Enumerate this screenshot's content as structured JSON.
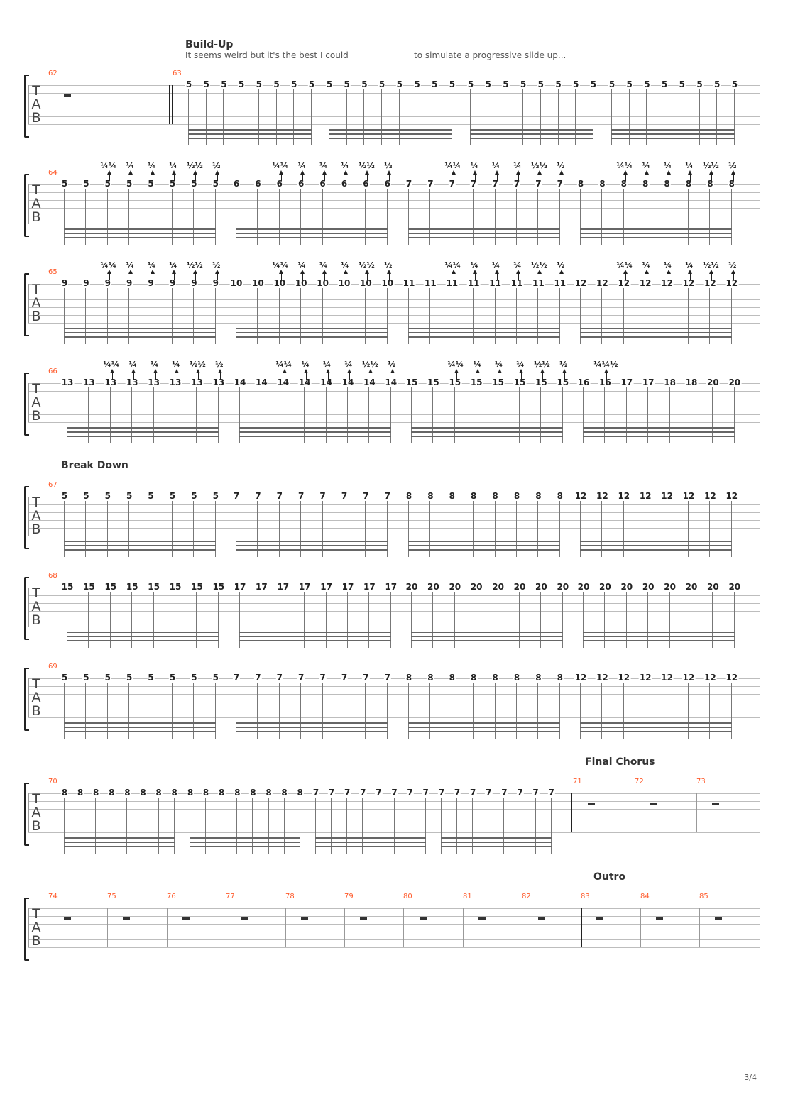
{
  "page_number": "3/4",
  "systems": [
    {
      "section": "Build-Up",
      "subtitle": "It seems weird but it's the best I could",
      "subtitle2": "to simulate a progressive slide up...",
      "measures": [
        {
          "number": "62",
          "rest": true
        },
        {
          "number": "63"
        }
      ],
      "groups": [
        [
          "5",
          "5",
          "5",
          "5",
          "5",
          "5",
          "5",
          "5"
        ],
        [
          "5",
          "5",
          "5",
          "5",
          "5",
          "5",
          "5",
          "5"
        ],
        [
          "5",
          "5",
          "5",
          "5",
          "5",
          "5",
          "5",
          "5"
        ],
        [
          "5",
          "5",
          "5",
          "5",
          "5",
          "5",
          "5",
          "5"
        ]
      ],
      "bends": null
    },
    {
      "measures": [
        {
          "number": "64"
        }
      ],
      "groups": [
        [
          "5",
          "5",
          "5",
          "5",
          "5",
          "5",
          "5",
          "5"
        ],
        [
          "6",
          "6",
          "6",
          "6",
          "6",
          "6",
          "6",
          "6"
        ],
        [
          "7",
          "7",
          "7",
          "7",
          "7",
          "7",
          "7",
          "7"
        ],
        [
          "8",
          "8",
          "8",
          "8",
          "8",
          "8",
          "8",
          "8"
        ]
      ],
      "bends": [
        [
          "",
          "",
          "¼¼",
          "¼",
          "¼",
          "¼",
          "½½",
          "½"
        ],
        [
          "",
          "",
          "¼¼",
          "¼",
          "¼",
          "¼",
          "½½",
          "½"
        ],
        [
          "",
          "",
          "¼¼",
          "¼",
          "¼",
          "¼",
          "½½",
          "½"
        ],
        [
          "",
          "",
          "¼¼",
          "¼",
          "¼",
          "¼",
          "½½",
          "½"
        ]
      ]
    },
    {
      "measures": [
        {
          "number": "65"
        }
      ],
      "groups": [
        [
          "9",
          "9",
          "9",
          "9",
          "9",
          "9",
          "9",
          "9"
        ],
        [
          "10",
          "10",
          "10",
          "10",
          "10",
          "10",
          "10",
          "10"
        ],
        [
          "11",
          "11",
          "11",
          "11",
          "11",
          "11",
          "11",
          "11"
        ],
        [
          "12",
          "12",
          "12",
          "12",
          "12",
          "12",
          "12",
          "12"
        ]
      ],
      "bends": [
        [
          "",
          "",
          "¼¼",
          "¼",
          "¼",
          "¼",
          "½½",
          "½"
        ],
        [
          "",
          "",
          "¼¼",
          "¼",
          "¼",
          "¼",
          "½½",
          "½"
        ],
        [
          "",
          "",
          "¼¼",
          "¼",
          "¼",
          "¼",
          "½½",
          "½"
        ],
        [
          "",
          "",
          "¼¼",
          "¼",
          "¼",
          "¼",
          "½½",
          "½"
        ]
      ]
    },
    {
      "measures": [
        {
          "number": "66"
        }
      ],
      "groups": [
        [
          "13",
          "13",
          "13",
          "13",
          "13",
          "13",
          "13",
          "13"
        ],
        [
          "14",
          "14",
          "14",
          "14",
          "14",
          "14",
          "14",
          "14"
        ],
        [
          "15",
          "15",
          "15",
          "15",
          "15",
          "15",
          "15",
          "15"
        ],
        [
          "16",
          "16",
          "17",
          "17",
          "18",
          "18",
          "20",
          "20"
        ]
      ],
      "bends": [
        [
          "",
          "",
          "¼¼",
          "¼",
          "¼",
          "¼",
          "½½",
          "½"
        ],
        [
          "",
          "",
          "¼¼",
          "¼",
          "¼",
          "¼",
          "½½",
          "½"
        ],
        [
          "",
          "",
          "¼¼",
          "¼",
          "¼",
          "¼",
          "½½",
          "½"
        ],
        [
          "",
          "¼¼½",
          "",
          "",
          "",
          "",
          "",
          ""
        ]
      ]
    },
    {
      "section": "Break Down",
      "measures": [
        {
          "number": "67"
        }
      ],
      "groups": [
        [
          "5",
          "5",
          "5",
          "5",
          "5",
          "5",
          "5",
          "5"
        ],
        [
          "7",
          "7",
          "7",
          "7",
          "7",
          "7",
          "7",
          "7"
        ],
        [
          "8",
          "8",
          "8",
          "8",
          "8",
          "8",
          "8",
          "8"
        ],
        [
          "12",
          "12",
          "12",
          "12",
          "12",
          "12",
          "12",
          "12"
        ]
      ],
      "bends": null
    },
    {
      "measures": [
        {
          "number": "68"
        }
      ],
      "groups": [
        [
          "15",
          "15",
          "15",
          "15",
          "15",
          "15",
          "15",
          "15"
        ],
        [
          "17",
          "17",
          "17",
          "17",
          "17",
          "17",
          "17",
          "17"
        ],
        [
          "20",
          "20",
          "20",
          "20",
          "20",
          "20",
          "20",
          "20"
        ],
        [
          "20",
          "20",
          "20",
          "20",
          "20",
          "20",
          "20",
          "20"
        ]
      ],
      "bends": null
    },
    {
      "measures": [
        {
          "number": "69"
        }
      ],
      "groups": [
        [
          "5",
          "5",
          "5",
          "5",
          "5",
          "5",
          "5",
          "5"
        ],
        [
          "7",
          "7",
          "7",
          "7",
          "7",
          "7",
          "7",
          "7"
        ],
        [
          "8",
          "8",
          "8",
          "8",
          "8",
          "8",
          "8",
          "8"
        ],
        [
          "12",
          "12",
          "12",
          "12",
          "12",
          "12",
          "12",
          "12"
        ]
      ],
      "bends": null
    },
    {
      "section": "Final Chorus",
      "measures": [
        {
          "number": "70"
        },
        {
          "number": "71",
          "rest": true
        },
        {
          "number": "72",
          "rest": true
        },
        {
          "number": "73",
          "rest": true
        }
      ],
      "groups": [
        [
          "8",
          "8",
          "8",
          "8",
          "8",
          "8",
          "8",
          "8"
        ],
        [
          "8",
          "8",
          "8",
          "8",
          "8",
          "8",
          "8",
          "8"
        ],
        [
          "7",
          "7",
          "7",
          "7",
          "7",
          "7",
          "7",
          "7"
        ],
        [
          "7",
          "7",
          "7",
          "7",
          "7",
          "7",
          "7",
          "7"
        ]
      ],
      "bends": null
    },
    {
      "section": "Outro",
      "measures": [
        {
          "number": "74",
          "rest": true
        },
        {
          "number": "75",
          "rest": true
        },
        {
          "number": "76",
          "rest": true
        },
        {
          "number": "77",
          "rest": true
        },
        {
          "number": "78",
          "rest": true
        },
        {
          "number": "79",
          "rest": true
        },
        {
          "number": "80",
          "rest": true
        },
        {
          "number": "81",
          "rest": true
        },
        {
          "number": "82",
          "rest": true
        },
        {
          "number": "83",
          "rest": true
        },
        {
          "number": "84",
          "rest": true
        },
        {
          "number": "85",
          "rest": true
        }
      ],
      "groups": [],
      "bends": null
    }
  ],
  "tab_letters": [
    "T",
    "A",
    "B"
  ]
}
